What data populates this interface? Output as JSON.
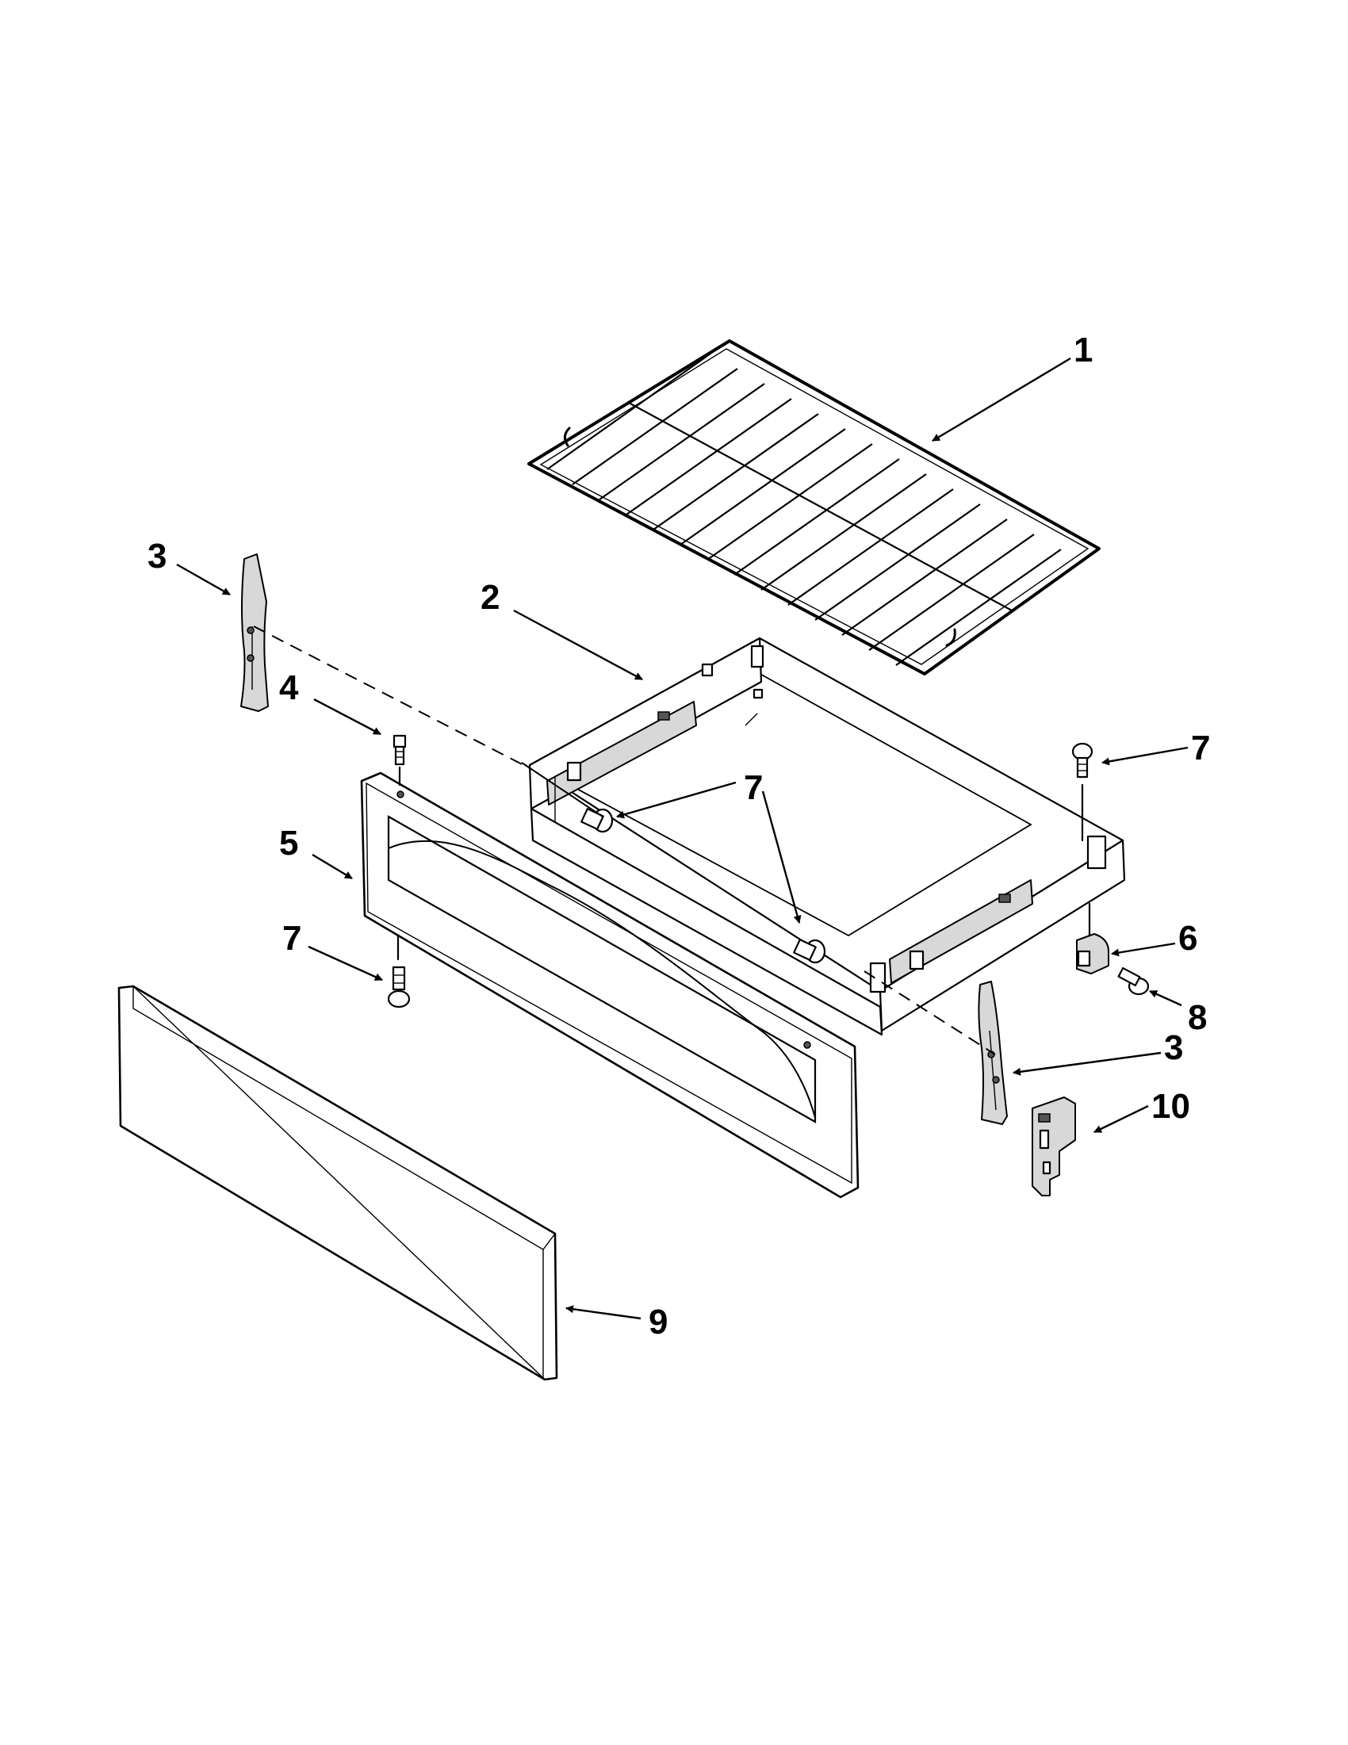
{
  "callouts": [
    {
      "id": "c1",
      "label": "1",
      "part": "oven-rack"
    },
    {
      "id": "c2",
      "label": "2",
      "part": "drawer-pan"
    },
    {
      "id": "c3a",
      "label": "3",
      "part": "drawer-slide-left"
    },
    {
      "id": "c3b",
      "label": "3",
      "part": "drawer-slide-right"
    },
    {
      "id": "c4",
      "label": "4",
      "part": "screw-top"
    },
    {
      "id": "c5",
      "label": "5",
      "part": "drawer-front"
    },
    {
      "id": "c6",
      "label": "6",
      "part": "clip"
    },
    {
      "id": "c7a",
      "label": "7",
      "part": "screw-right"
    },
    {
      "id": "c7b",
      "label": "7",
      "part": "screws-pan"
    },
    {
      "id": "c7c",
      "label": "7",
      "part": "screw-bottom"
    },
    {
      "id": "c8",
      "label": "8",
      "part": "screw-clip"
    },
    {
      "id": "c9",
      "label": "9",
      "part": "drawer-panel"
    },
    {
      "id": "c10",
      "label": "10",
      "part": "bracket"
    }
  ],
  "colors": {
    "line": "#000000",
    "background": "#ffffff",
    "shade": "#d8d8d8"
  }
}
